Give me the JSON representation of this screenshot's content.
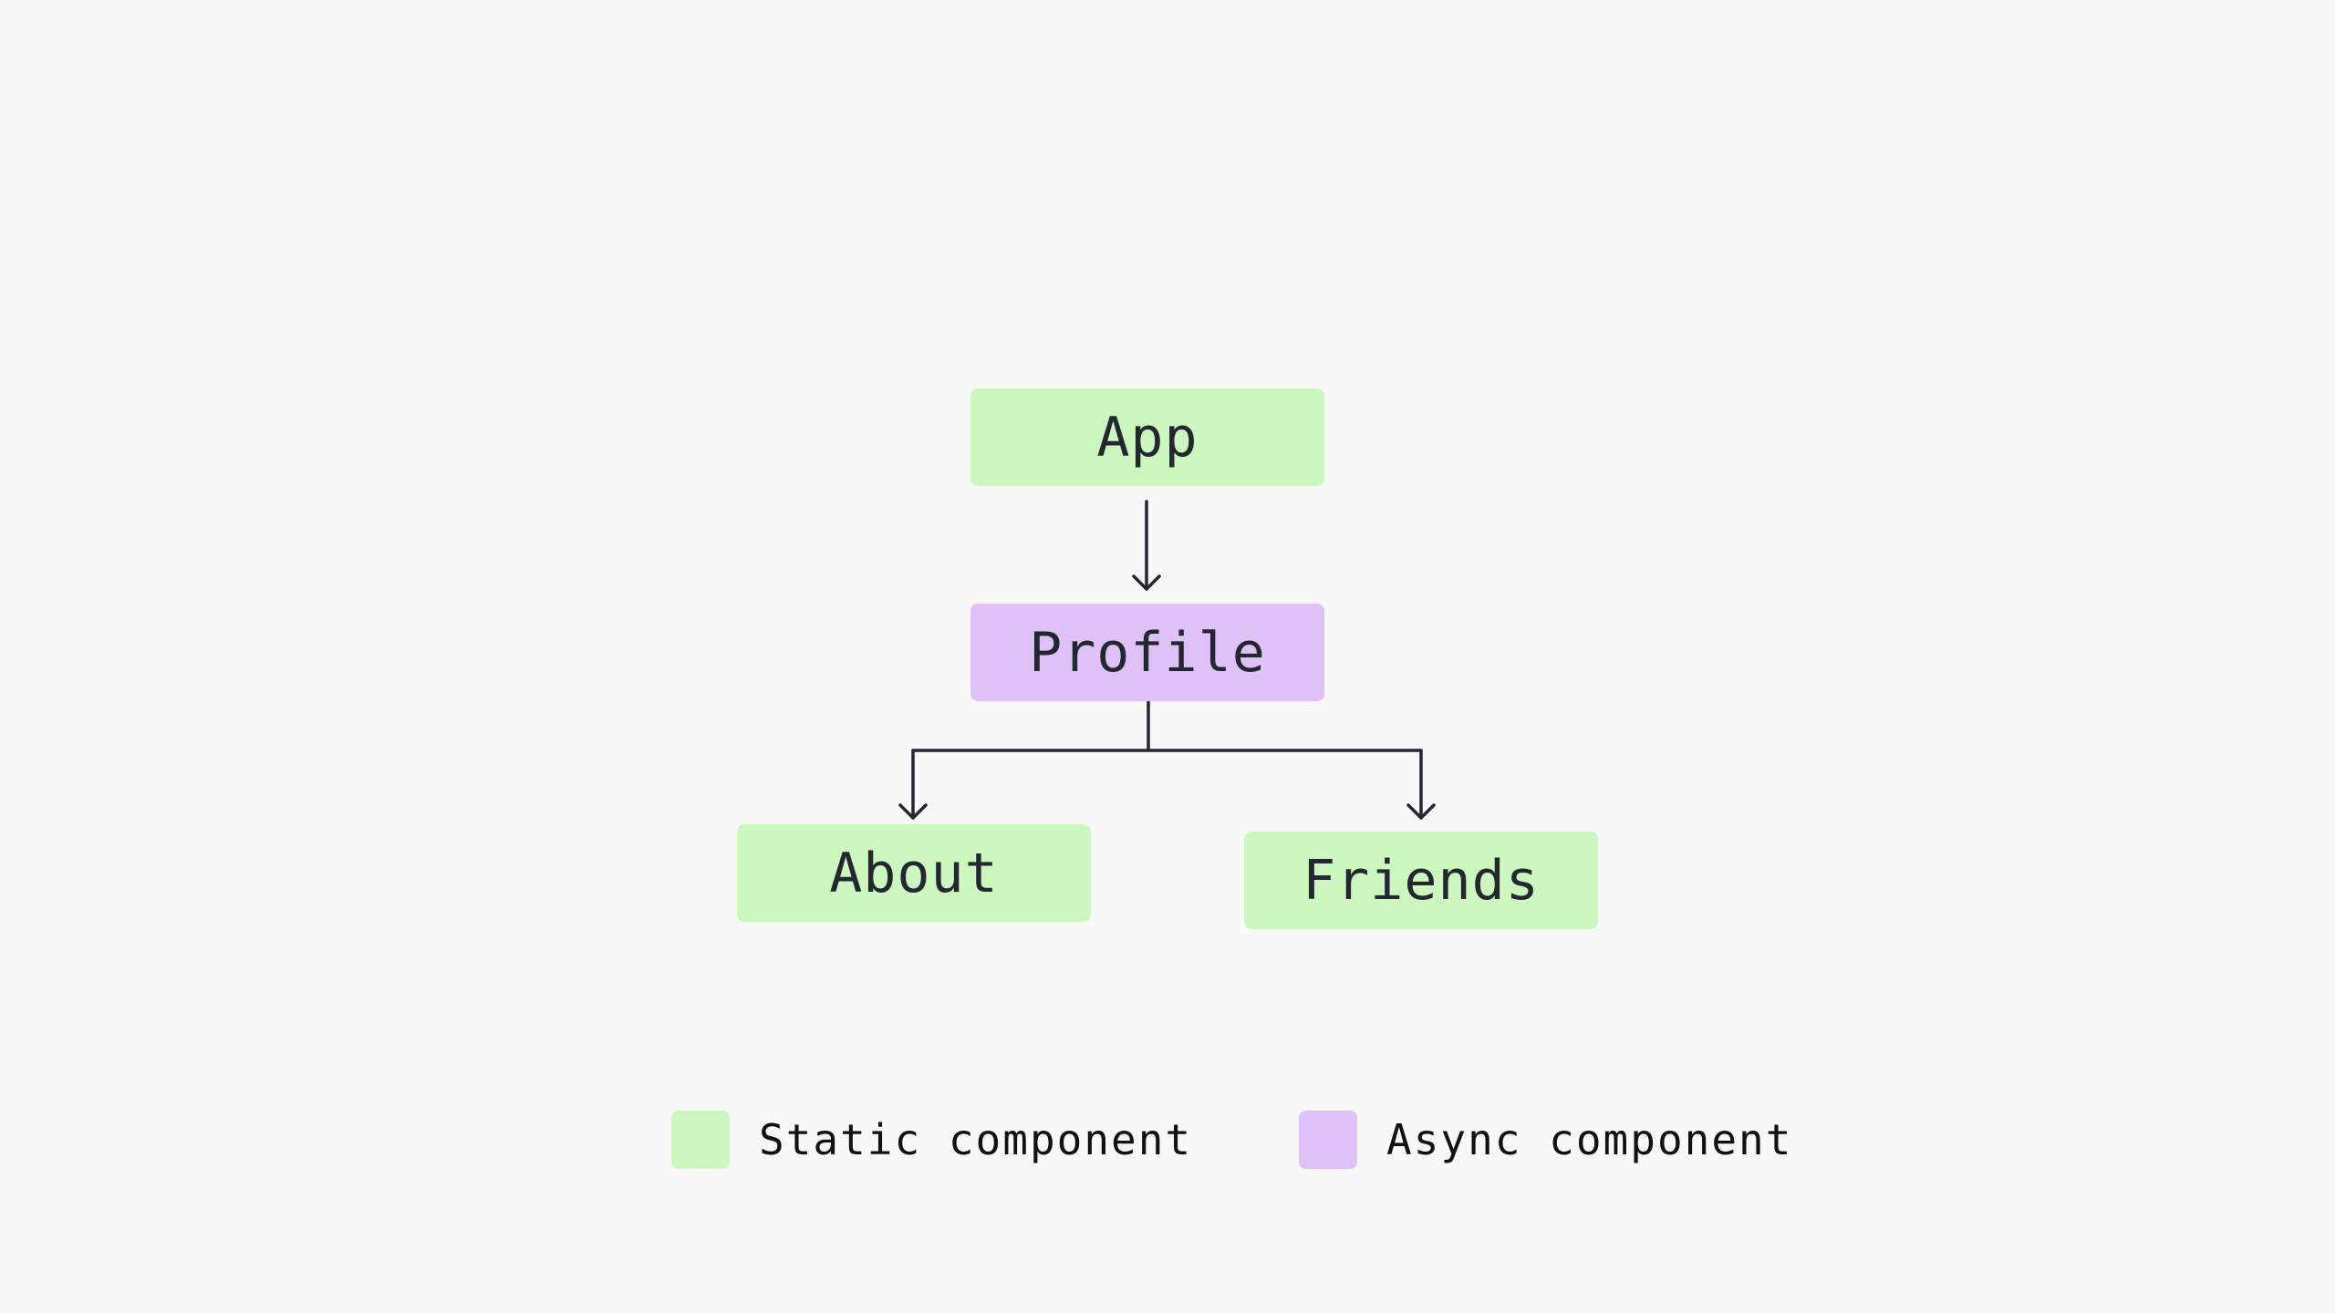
{
  "nodes": {
    "app": "App",
    "profile": "Profile",
    "about": "About",
    "friends": "Friends"
  },
  "legend": {
    "static_label": "Static component",
    "async_label": "Async component"
  },
  "colors": {
    "static": "#ccf8bf",
    "async": "#dec1f6",
    "edge": "#23272f",
    "background": "#f8f8f9"
  }
}
